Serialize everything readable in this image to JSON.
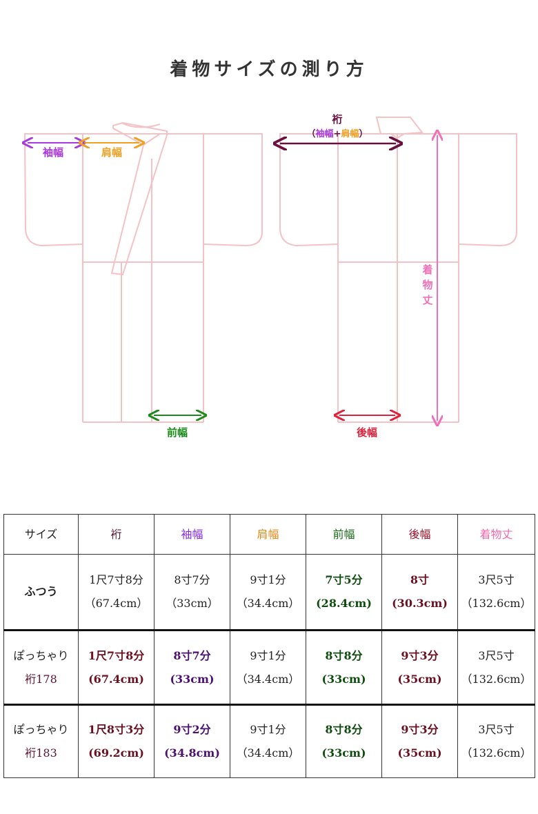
{
  "title": "着物サイズの測り方",
  "diagram": {
    "front": {
      "sode_label": "袖幅",
      "kata_label": "肩幅",
      "mae_label": "前幅"
    },
    "back": {
      "yuki_label": "裄",
      "yuki_sub": {
        "open": "（",
        "sode": "袖幅",
        "plus": "+",
        "kata": "肩幅",
        "close": "）"
      },
      "kimono_label": [
        "着",
        "物",
        "丈"
      ],
      "ushiro_label": "後幅"
    },
    "colors": {
      "outline": "#f4c2c4",
      "sode": "#a838e0",
      "kata": "#f0a020",
      "mae": "#1a8a1a",
      "yuki": "#6a1040",
      "ushiro": "#e0203a",
      "kimono": "#f070b8"
    }
  },
  "table": {
    "headers": [
      "サイズ",
      "裄",
      "袖幅",
      "肩幅",
      "前幅",
      "後幅",
      "着物丈"
    ],
    "rows": [
      {
        "size": [
          "ふつう"
        ],
        "cells": [
          [
            "1尺7寸8分",
            "（67.4cm）"
          ],
          [
            "8寸7分",
            "（33cm）"
          ],
          [
            "9寸1分",
            "（34.4cm）"
          ],
          [
            "7寸5分",
            "(28.4cm)"
          ],
          [
            "8寸",
            "(30.3cm)"
          ],
          [
            "3尺5寸",
            "（132.6cm）"
          ]
        ]
      },
      {
        "size": [
          "ぽっちゃり",
          "裄178"
        ],
        "cells": [
          [
            "1尺7寸8分",
            "(67.4cm)"
          ],
          [
            "8寸7分",
            "(33cm)"
          ],
          [
            "9寸1分",
            "（34.4cm）"
          ],
          [
            "8寸8分",
            "(33cm)"
          ],
          [
            "9寸3分",
            "(35cm)"
          ],
          [
            "3尺5寸",
            "（132.6cm）"
          ]
        ]
      },
      {
        "size": [
          "ぽっちゃり",
          "裄183"
        ],
        "cells": [
          [
            "1尺8寸3分",
            "(69.2cm)"
          ],
          [
            "9寸2分",
            "(34.8cm)"
          ],
          [
            "9寸1分",
            "（34.4cm）"
          ],
          [
            "8寸8分",
            "(33cm)"
          ],
          [
            "9寸3分",
            "(35cm)"
          ],
          [
            "3尺5寸",
            "（132.6cm）"
          ]
        ]
      }
    ]
  }
}
